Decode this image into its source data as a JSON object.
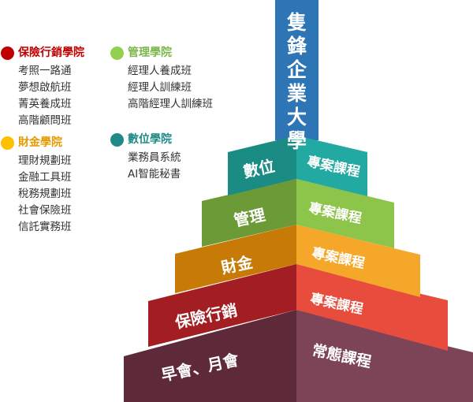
{
  "colors": {
    "insurance": "#c00000",
    "management": "#92d050",
    "finance": "#ffc000",
    "digital": "#31859b",
    "tower": "#2e75b6"
  },
  "legend": [
    {
      "title": "保險行銷學院",
      "color": "#c00000",
      "title_color": "#c00000",
      "items": [
        "考照一路通",
        "夢想啟航班",
        "菁英養成班",
        "高階顧問班"
      ]
    },
    {
      "title": "財金學院",
      "color": "#ffc000",
      "title_color": "#e59b00",
      "items": [
        "理財規劃班",
        "金融工具班",
        "稅務規劃班",
        "社會保險班",
        "信託實務班"
      ]
    },
    {
      "title": "管理學院",
      "color": "#92d050",
      "title_color": "#7ab648",
      "items": [
        "經理人養成班",
        "經理人訓練班",
        "高階經理人訓練班"
      ]
    },
    {
      "title": "數位學院",
      "color": "#1f8a86",
      "title_color": "#1f8a86",
      "items": [
        "業務員系統",
        "AI智能秘書"
      ]
    }
  ],
  "tower": {
    "chars": [
      "隻",
      "鋒",
      "企",
      "業",
      "大",
      "學"
    ]
  },
  "tiers": [
    {
      "left": "數位",
      "right": "專案課程"
    },
    {
      "left": "管理",
      "right": "專案課程"
    },
    {
      "left": "財金",
      "right": "專案課程"
    },
    {
      "left": "保險行銷",
      "right": "專案課程"
    },
    {
      "left": "早會、月會",
      "right": "常態課程"
    }
  ]
}
